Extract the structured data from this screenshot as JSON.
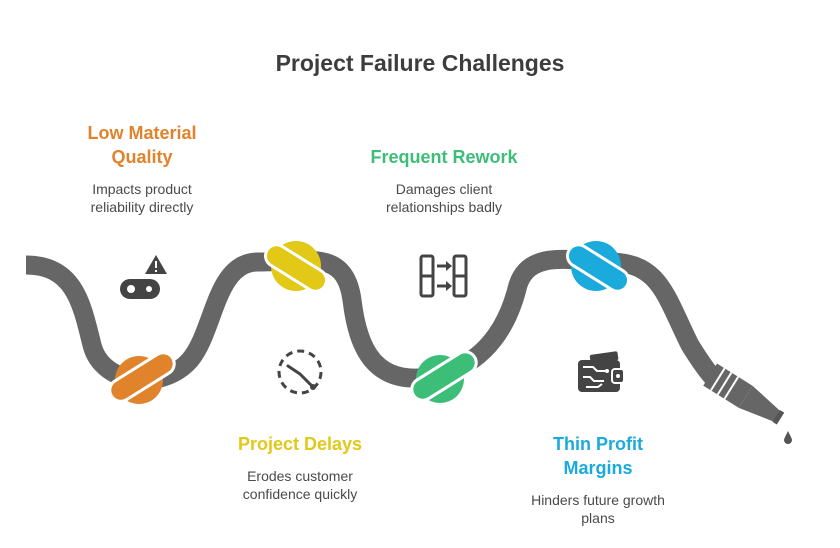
{
  "title": "Project Failure Challenges",
  "colors": {
    "pipe": "#666666",
    "orange": "#E0832B",
    "yellow": "#E2C817",
    "green": "#3DBE78",
    "blue": "#1AAADB",
    "icon": "#444444"
  },
  "items": [
    {
      "heading_line1": "Low Material",
      "heading_line2": "Quality",
      "desc_line1": "Impacts product",
      "desc_line2": "reliability directly",
      "icon": "broken-part-warning-icon"
    },
    {
      "heading_line1": "Project Delays",
      "desc_line1": "Erodes customer",
      "desc_line2": "confidence quickly",
      "icon": "dashed-clock-icon"
    },
    {
      "heading_line1": "Frequent Rework",
      "desc_line1": "Damages client",
      "desc_line2": "relationships badly",
      "icon": "transfer-columns-icon"
    },
    {
      "heading_line1": "Thin Profit",
      "heading_line2": "Margins",
      "desc_line1": "Hinders future growth",
      "desc_line2": "plans",
      "icon": "wallet-circuit-icon"
    }
  ]
}
